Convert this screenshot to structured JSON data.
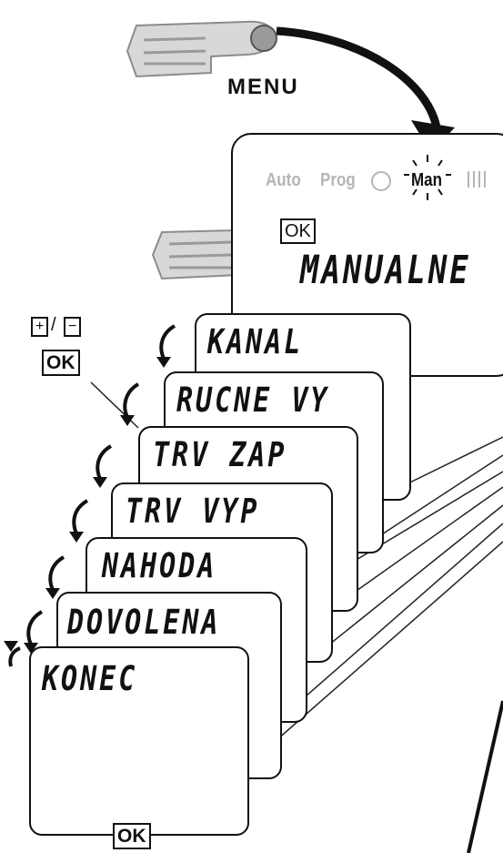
{
  "menu_label": "MENU",
  "ok_label": "OK",
  "plus_minus": {
    "plus": "+",
    "slash": "/",
    "minus": "−"
  },
  "display_modes": [
    "Auto",
    "Prog",
    "Man"
  ],
  "main_title": "MANUALNE",
  "menu_items": [
    "KANAL",
    "RUCNE VY",
    "TRV ZAP",
    "TRV VYP",
    "NAHODA",
    "DOVOLENA",
    "KONEC"
  ]
}
